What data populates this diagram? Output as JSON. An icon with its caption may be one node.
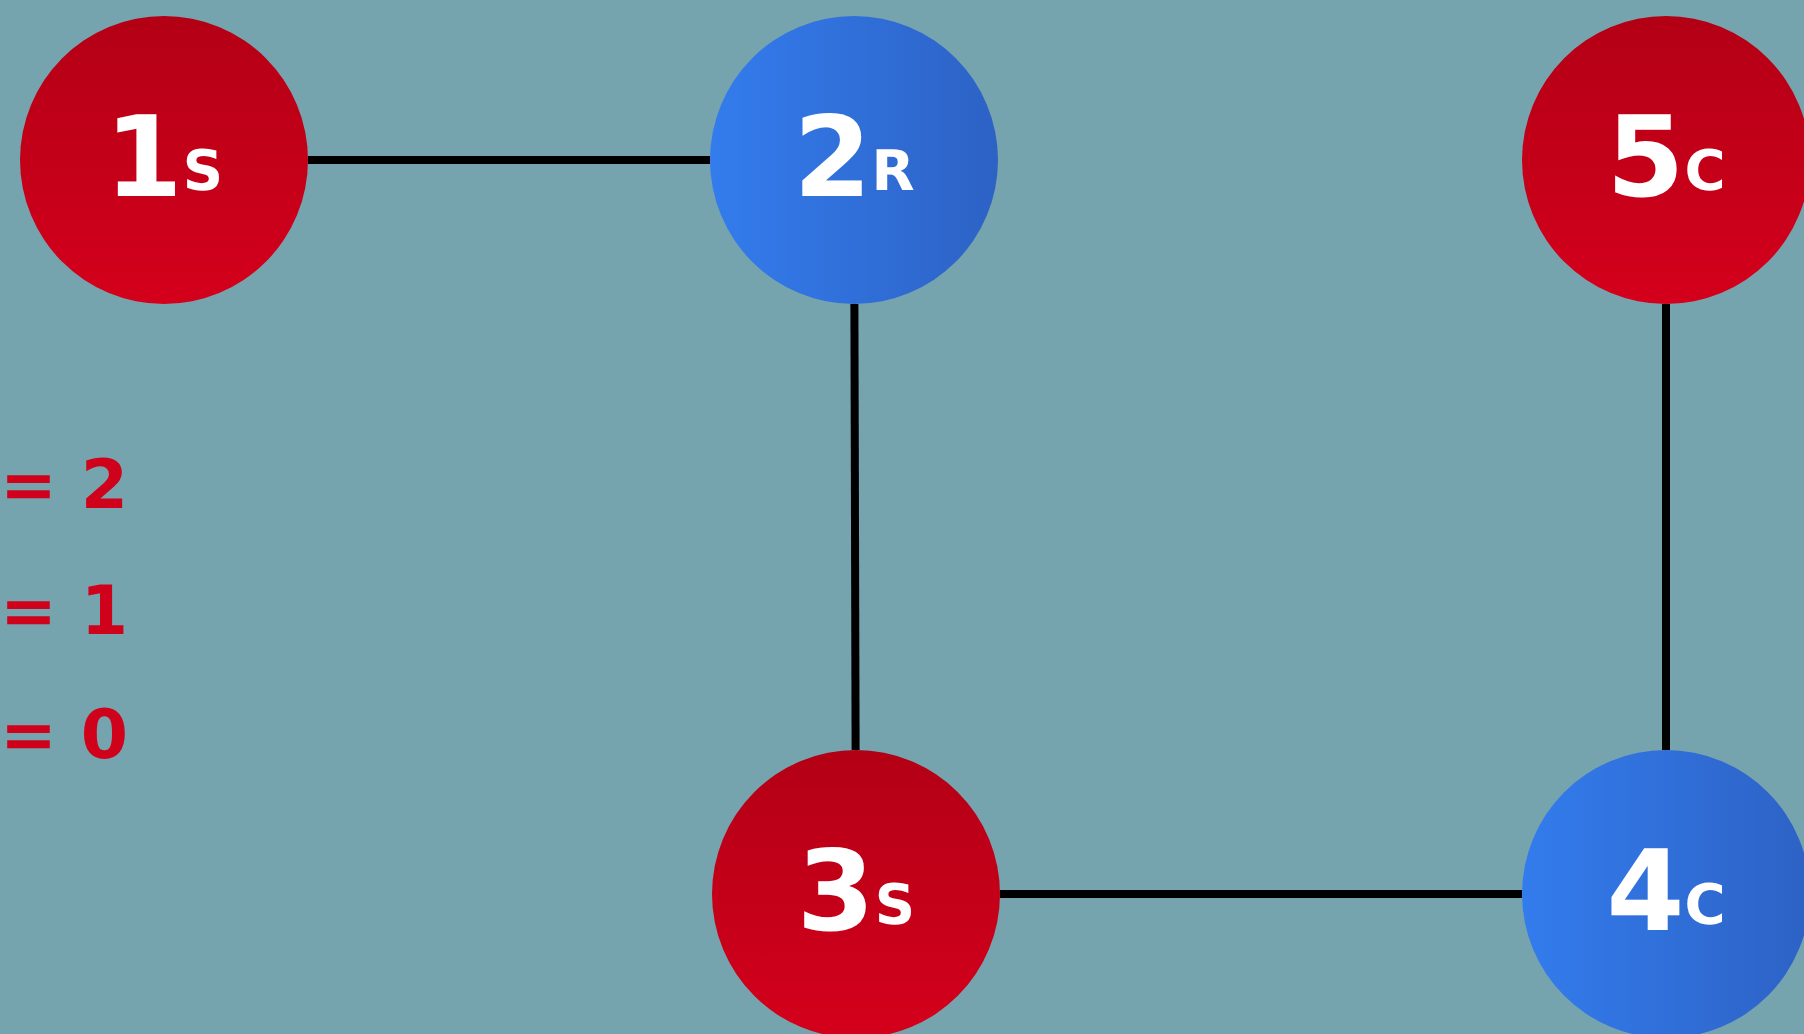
{
  "diagram": {
    "nodes": [
      {
        "text": [
          "1",
          "S"
        ]
      },
      {
        "text": [
          "2",
          "R"
        ]
      },
      {
        "text": [
          "3",
          "S"
        ]
      },
      {
        "text": [
          "4",
          "C"
        ]
      },
      {
        "text": [
          "5",
          "C"
        ]
      }
    ],
    "edges": [
      {
        "from": 0,
        "to": 1,
        "arrow": "none"
      },
      {
        "from": 1,
        "to": 2,
        "arrow": "none"
      },
      {
        "from": 2,
        "to": 3,
        "arrow": "none"
      },
      {
        "from": 3,
        "to": 4,
        "arrow": "none"
      }
    ],
    "labels": [
      "= 2",
      "= 1",
      "= 0"
    ]
  }
}
